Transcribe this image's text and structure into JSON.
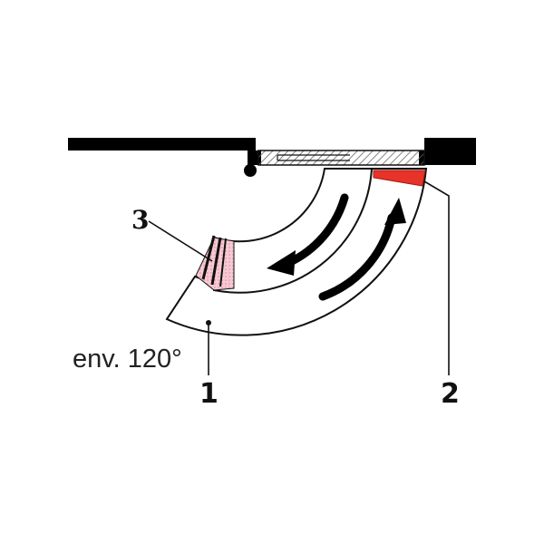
{
  "labels": {
    "part_1": "1",
    "part_2": "2",
    "part_3": "3",
    "angle_note": "env. 120°"
  },
  "colors": {
    "outline": "#111111",
    "door_fill": "#000000",
    "seal_red": "#e8332a",
    "pink_wear": "#f2b8c4",
    "hatch": "#666666"
  }
}
